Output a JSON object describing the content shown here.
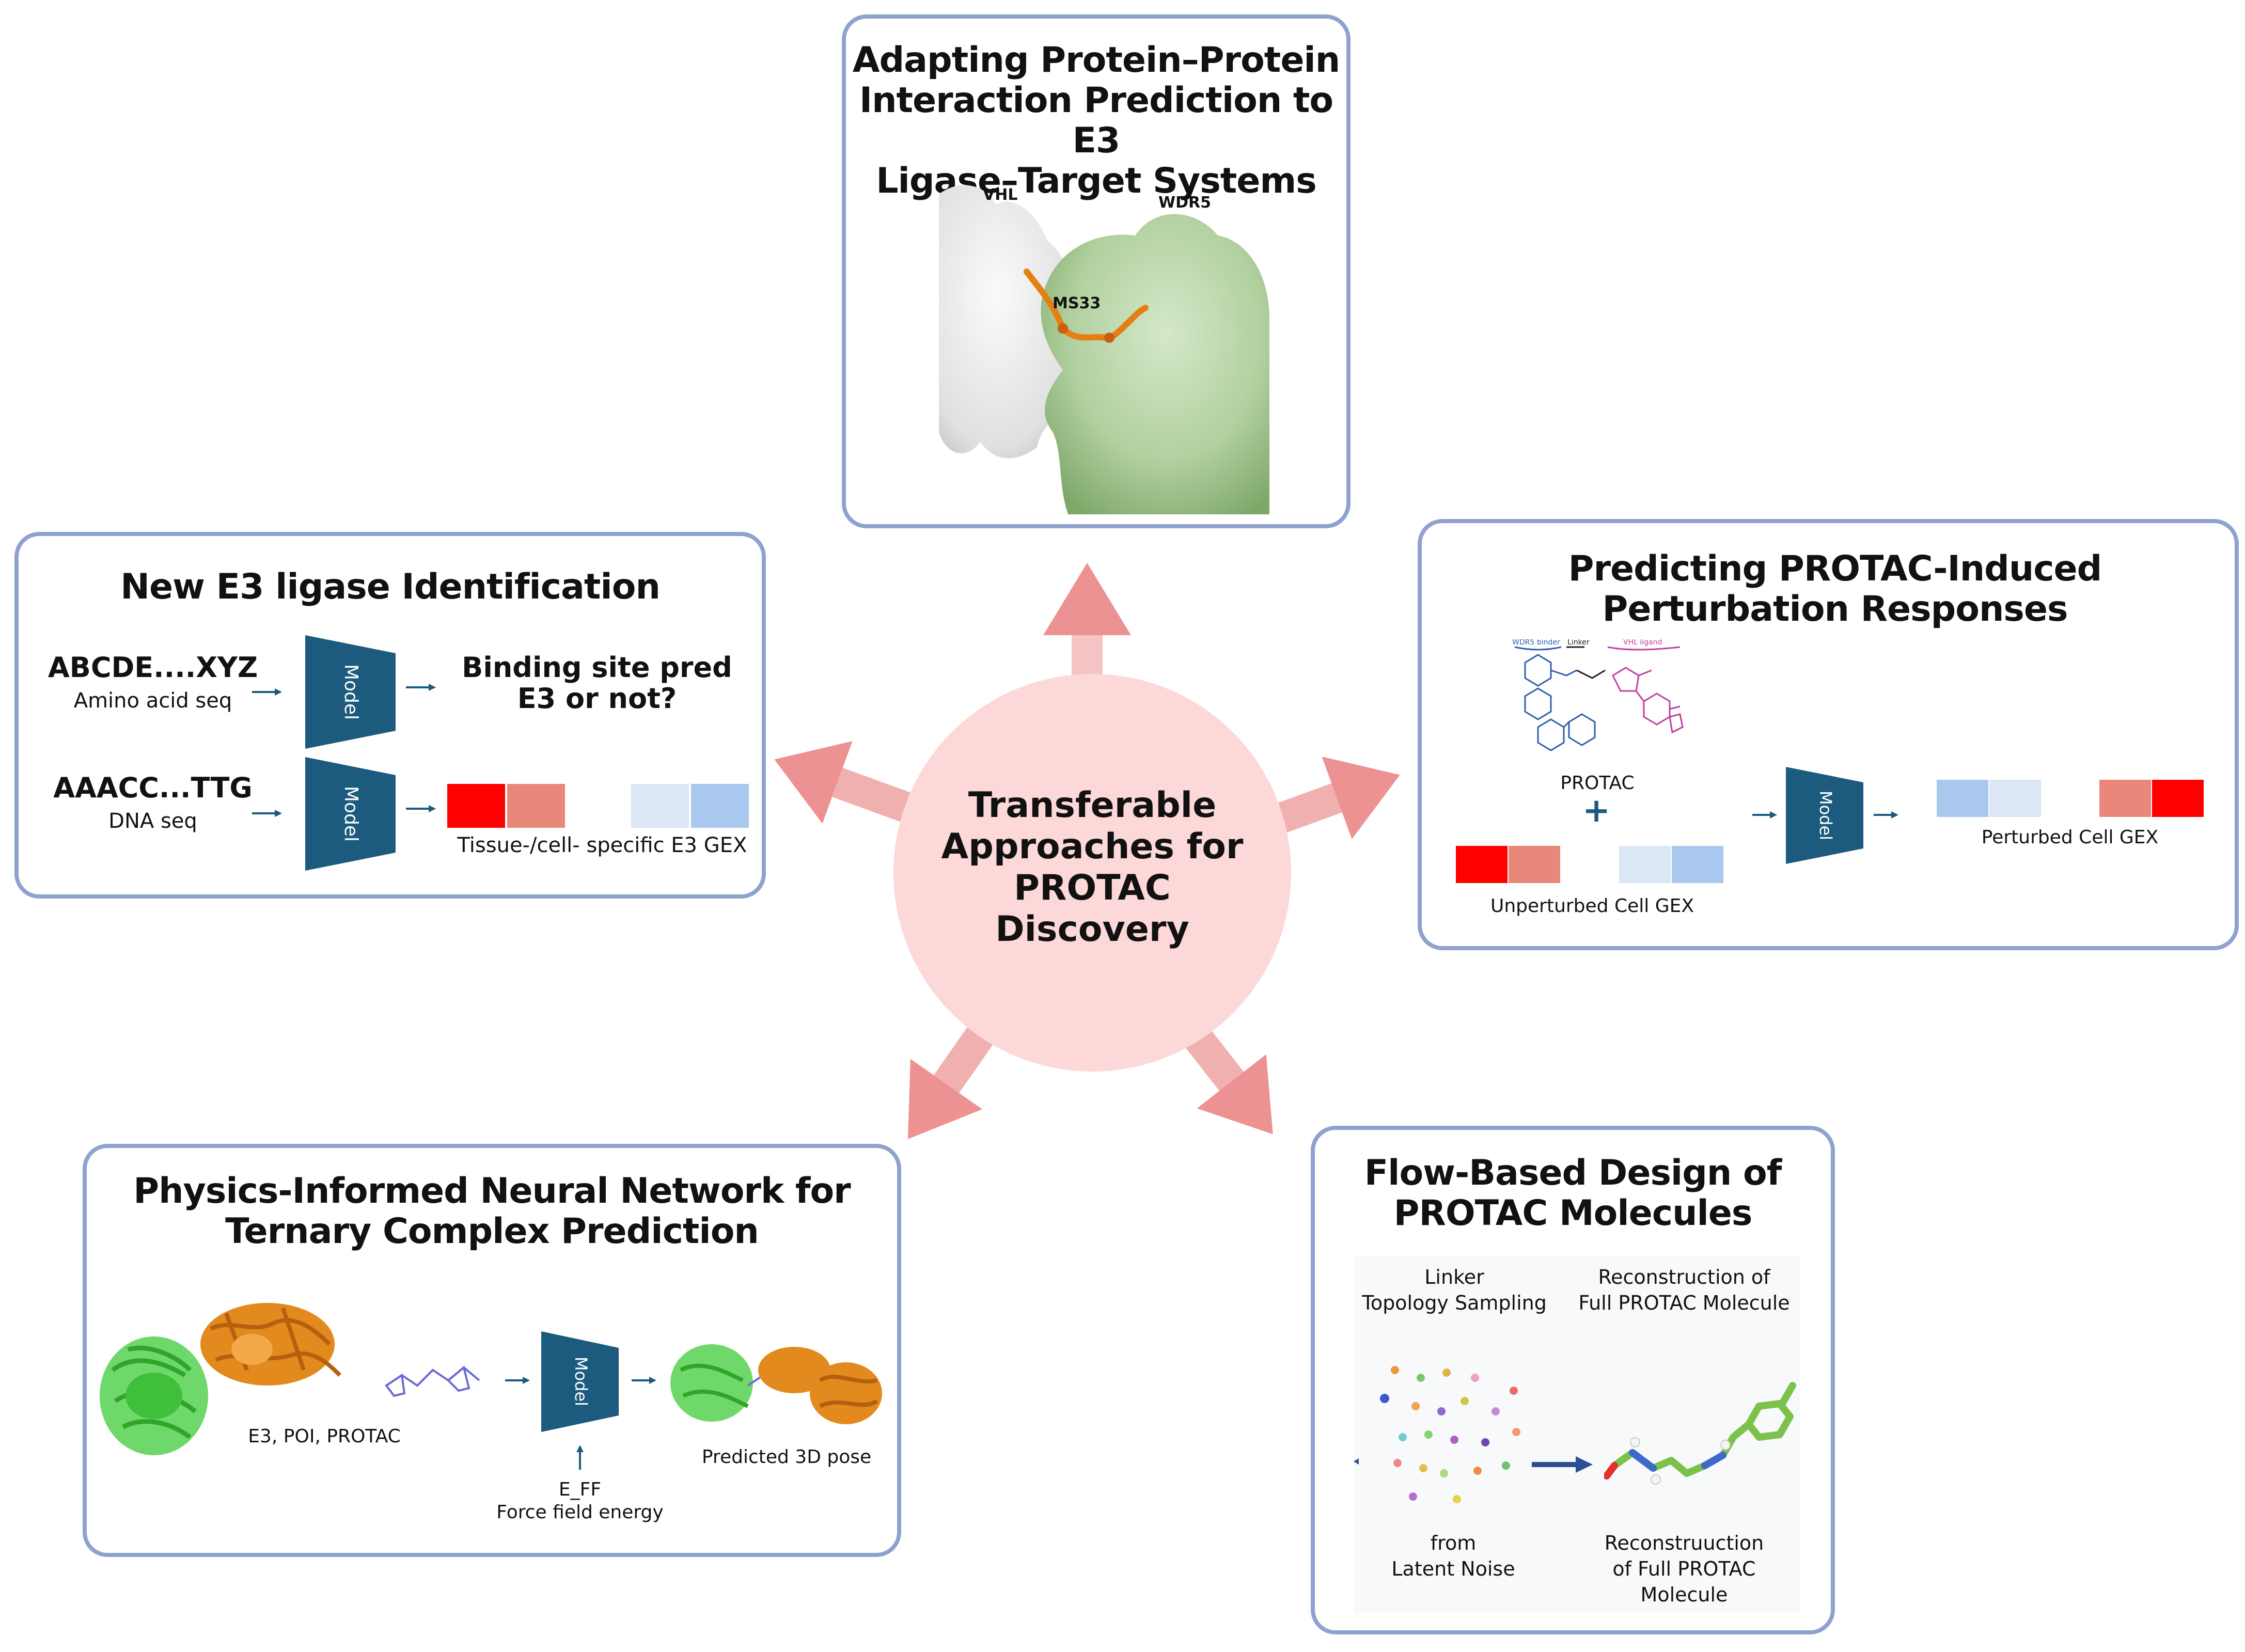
{
  "center": {
    "line1": "Transferable",
    "line2": "Approaches for",
    "line3": "PROTAC",
    "line4": "Discovery"
  },
  "colors": {
    "panel_border": "#8fa2cf",
    "center_circle": "#fbd9d9",
    "big_arrow": "#ec9898",
    "model_block": "#1c5a7e",
    "gex_red": "#ff0000",
    "gex_salmon": "#e8877a",
    "gex_lightblue": "#dbe7f5",
    "gex_blue": "#a8c8ee",
    "protein_green": "#b5d3a3",
    "protein_white": "#e4e4e4",
    "protac_orange": "#e57f14"
  },
  "ppi": {
    "title_l1": "Adapting Protein–Protein",
    "title_l2": "Interaction Prediction to E3",
    "title_l3": "Ligase–Target Systems",
    "label_vhl": "VHL",
    "label_wdr5": "WDR5",
    "label_ms33": "MS33"
  },
  "e3": {
    "title": "New E3 ligase Identification",
    "seq1": "ABCDE....XYZ",
    "seq1_caption": "Amino acid seq",
    "model_label": "Model",
    "output1_l1": "Binding site pred",
    "output1_l2": "E3 or not?",
    "seq2": "AAACC...TTG",
    "seq2_caption": "DNA seq",
    "output2_caption": "Tissue-/cell- specific E3 GEX"
  },
  "perturb": {
    "title_l1": "Predicting PROTAC-Induced",
    "title_l2": "Perturbation Responses",
    "struct_label_1": "WDR5 binder",
    "struct_label_2": "Linker",
    "struct_label_3": "VHL ligand",
    "protac_label": "PROTAC",
    "plus": "+",
    "unperturbed_caption": "Unperturbed Cell GEX",
    "model_label": "Model",
    "perturbed_caption": "Perturbed Cell GEX"
  },
  "pinn": {
    "title_l1": "Physics-Informed Neural Network for",
    "title_l2": "Ternary Complex Prediction",
    "inputs_caption": "E3, POI, PROTAC",
    "model_label": "Model",
    "energy_l1": "E_FF",
    "energy_l2": "Force field energy",
    "output_caption": "Predicted 3D pose"
  },
  "flow": {
    "title_l1": "Flow-Based Design of",
    "title_l2": "PROTAC Molecules",
    "top_left_l1": "Linker",
    "top_left_l2": "Topology Sampling",
    "top_right_l1": "Reconstruction of",
    "top_right_l2": "Full PROTAC Molecule",
    "bottom_left_l1": "from",
    "bottom_left_l2": "Latent Noise",
    "bottom_right_l1": "Reconstruuction",
    "bottom_right_l2": "of Full PROTAC",
    "bottom_right_l3": "Molecule"
  }
}
